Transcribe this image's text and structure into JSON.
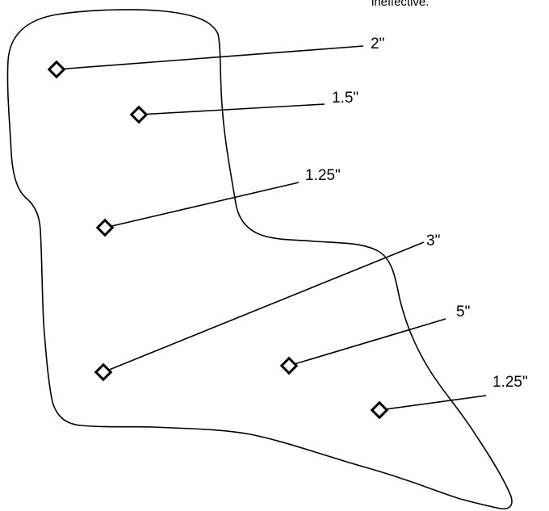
{
  "top_caption": "ineffective.",
  "points": [
    {
      "label": "2\""
    },
    {
      "label": "1.5\""
    },
    {
      "label": "1.25\""
    },
    {
      "label": "3\""
    },
    {
      "label": "5\""
    },
    {
      "label": "1.25\""
    }
  ]
}
